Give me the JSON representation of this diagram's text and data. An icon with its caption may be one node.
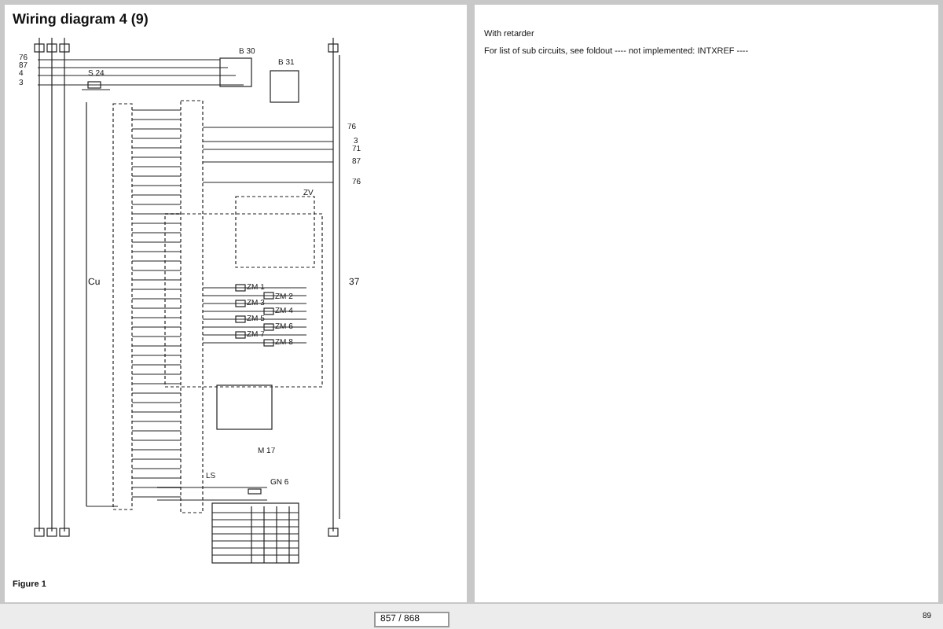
{
  "diagram": {
    "title": "Wiring diagram 4 (9)",
    "caption": "Figure 1",
    "labels": [
      "76",
      "87",
      "4",
      "3",
      "S 24",
      "B 30",
      "B 31",
      "76",
      "3",
      "71",
      "87",
      "76",
      "ZV",
      "Cu",
      "37",
      "ZM 1",
      "ZM 2",
      "ZM 3",
      "ZM 4",
      "ZM 5",
      "ZM 6",
      "ZM 7",
      "ZM 8",
      "M 17",
      "LS",
      "GN 6",
      "With retarder",
      "For list of sub circuits, see foldout ---- not implemented: INTXREF ----",
      "857 / 868",
      "89"
    ]
  }
}
